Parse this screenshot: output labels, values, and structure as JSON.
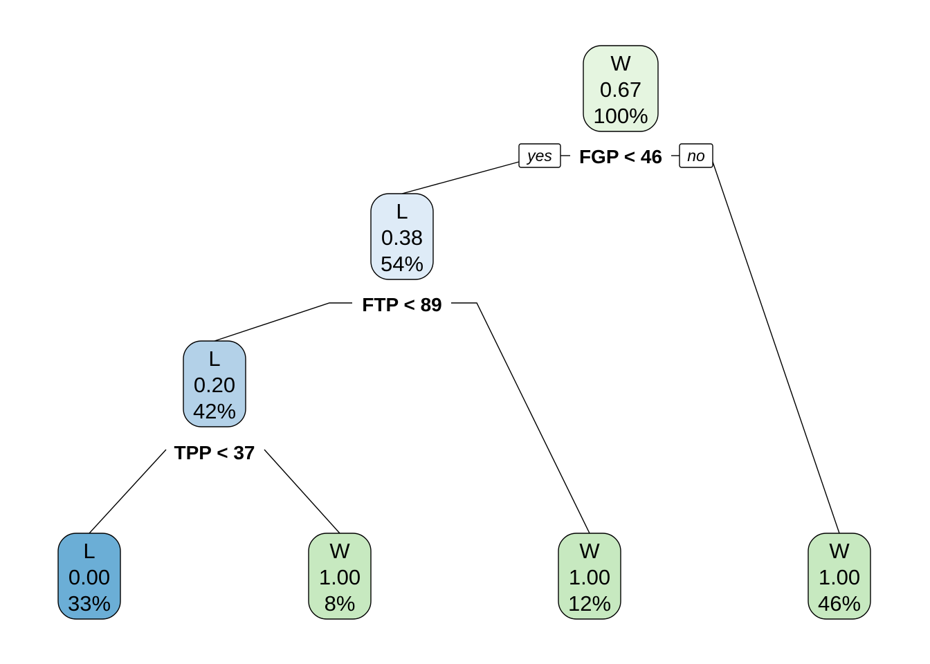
{
  "tree": {
    "branch_labels": {
      "yes": "yes",
      "no": "no"
    },
    "colors": {
      "W_light": "#e5f5e0",
      "W_mid": "#c7e9c0",
      "L_light": "#deebf7",
      "L_mid": "#b3d1e8",
      "L_dark": "#6baed6"
    },
    "nodes": [
      {
        "id": "root",
        "class": "W",
        "prob": "0.67",
        "pct": "100%",
        "color_key": "W_light",
        "split": "FGP < 46"
      },
      {
        "id": "n2",
        "class": "L",
        "prob": "0.38",
        "pct": "54%",
        "color_key": "L_light",
        "split": "FTP < 89"
      },
      {
        "id": "n4",
        "class": "L",
        "prob": "0.20",
        "pct": "42%",
        "color_key": "L_mid",
        "split": "TPP < 37"
      },
      {
        "id": "leaf8",
        "class": "L",
        "prob": "0.00",
        "pct": "33%",
        "color_key": "L_dark"
      },
      {
        "id": "leaf9",
        "class": "W",
        "prob": "1.00",
        "pct": "8%",
        "color_key": "W_mid"
      },
      {
        "id": "leaf5",
        "class": "W",
        "prob": "1.00",
        "pct": "12%",
        "color_key": "W_mid"
      },
      {
        "id": "leaf3",
        "class": "W",
        "prob": "1.00",
        "pct": "46%",
        "color_key": "W_mid"
      }
    ],
    "edges": [
      {
        "from": "root",
        "to": "n2",
        "branch": "yes"
      },
      {
        "from": "root",
        "to": "leaf3",
        "branch": "no"
      },
      {
        "from": "n2",
        "to": "n4"
      },
      {
        "from": "n2",
        "to": "leaf5"
      },
      {
        "from": "n4",
        "to": "leaf8"
      },
      {
        "from": "n4",
        "to": "leaf9"
      }
    ]
  }
}
